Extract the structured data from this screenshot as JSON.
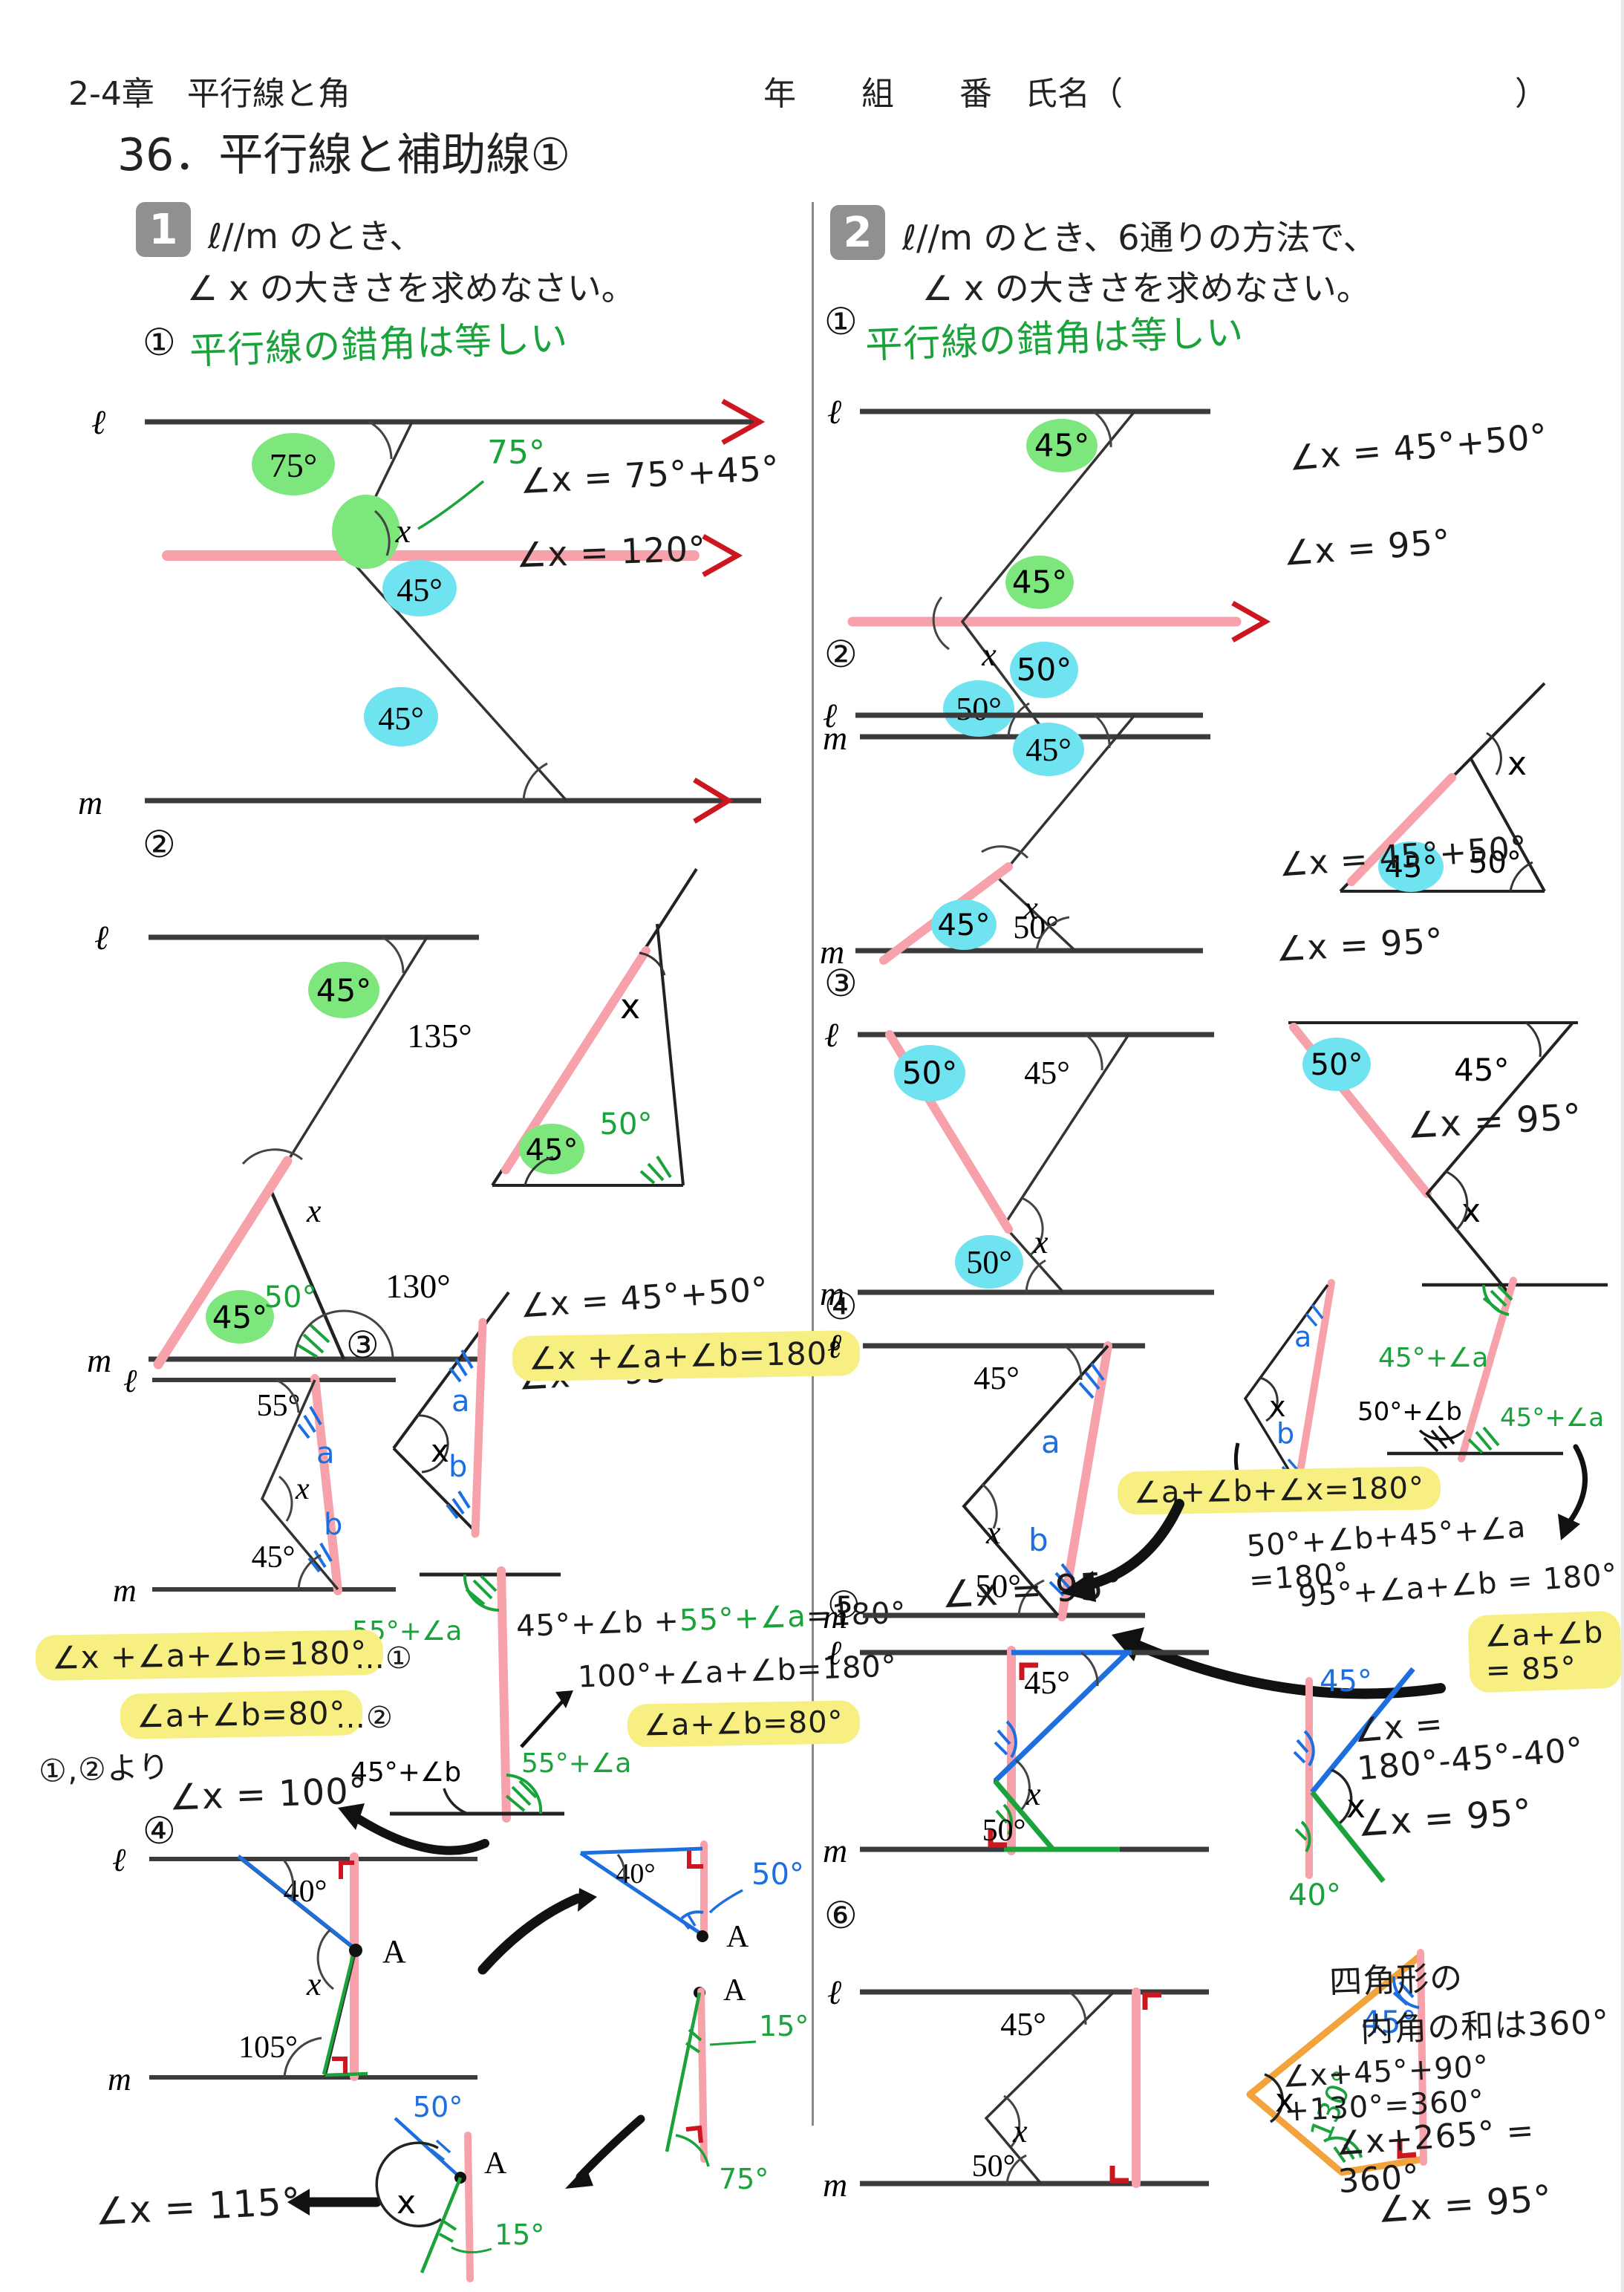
{
  "colors": {
    "pink": "#f7a2aa",
    "green_hl": "#7de77d",
    "cyan_hl": "#6fe3ef",
    "yellow_hl": "#f8ef82",
    "green_pen": "#1aa23b",
    "blue_pen": "#1d6fe0",
    "red_pen": "#cc1620",
    "orange_pen": "#f2a33c",
    "line": "#3b3b3b",
    "badge_gray": "#8f9092"
  },
  "header": {
    "course": "2-4章　平行線と角",
    "name": "年　　組　　番　氏名（　　　　　　　　　　　　）",
    "title": "36．平行線と補助線①"
  },
  "p1": {
    "badge": "1",
    "inst1": "ℓ//m のとき、",
    "inst2": "∠ x の大きさを求めなさい。",
    "s1": {
      "num": "①",
      "note": "平行線の錯角は等しい",
      "l": "ℓ",
      "m": "m",
      "a75": "75°",
      "a75hw": "75°",
      "x": "x",
      "a45mid": "45°",
      "a45bot": "45°",
      "ans1": "∠x = 75°+45°",
      "ans2": "∠x = 120°"
    },
    "s2": {
      "num": "②",
      "l": "ℓ",
      "m": "m",
      "a45top": "45°",
      "a135": "135°",
      "x": "x",
      "a45bot": "45°",
      "a50": "50°",
      "a130": "130°",
      "sk_x": "x",
      "sk_a45": "45°",
      "sk_a50": "50°",
      "ans1": "∠x = 45°+50°",
      "ans2": "∠x = 95°"
    },
    "s3": {
      "num": "③",
      "l": "ℓ",
      "m": "m",
      "a55": "55°",
      "a": "a",
      "x": "x",
      "b": "b",
      "a45": "45°",
      "sk_x": "x",
      "sk_a": "a",
      "sk_b": "b",
      "eq_top": "∠x +∠a+∠b=180°",
      "aux_top": "55°+∠a",
      "aux_bot_l": "45°+∠b",
      "aux_bot_r": "55°+∠a",
      "eq1a": "45°+∠b +",
      "eq1b": "55°+∠a",
      "eq1c": "=180°",
      "eq2": "100°+∠a+∠b=180°",
      "eq3": "∠a+∠b=80°",
      "pill1": "∠x +∠a+∠b=180°",
      "tag1": "…①",
      "pill2": "∠a+∠b=80°",
      "tag2": "…②",
      "from": "①,②より",
      "ans": "∠x = 100°"
    },
    "s4": {
      "num": "④",
      "l": "ℓ",
      "m": "m",
      "a40": "40°",
      "A": "A",
      "x": "x",
      "a105": "105°",
      "skA_40": "40°",
      "skA_50": "50°",
      "skA_A": "A",
      "skB_A": "A",
      "skB_15": "15°",
      "skB_75": "75°",
      "skC_50": "50°",
      "skC_x": "x",
      "skC_A": "A",
      "skC_15": "15°",
      "ans": "∠x = 115°"
    }
  },
  "p2": {
    "badge": "2",
    "inst1": "ℓ//m のとき、6通りの方法で、",
    "inst2": "∠ x の大きさを求めなさい。",
    "s1": {
      "num": "①",
      "note": "平行線の錯角は等しい",
      "l": "ℓ",
      "m": "m",
      "a45top": "45°",
      "a45mid": "45°",
      "x": "x",
      "a50mid": "50°",
      "a50bot": "50°",
      "ans1": "∠x = 45°+50°",
      "ans2": "∠x = 95°"
    },
    "s2": {
      "num": "②",
      "l": "ℓ",
      "m": "m",
      "a45top": "45°",
      "x": "x",
      "a45bot": "45°",
      "a50": "50°",
      "sk_x": "x",
      "sk_45": "45°",
      "sk_50": "50°",
      "ans1": "∠x = 45°+50°",
      "ans2": "∠x = 95°"
    },
    "s3": {
      "num": "③",
      "l": "ℓ",
      "m": "m",
      "a50top": "50°",
      "a45": "45°",
      "x": "x",
      "a50bot": "50°",
      "sk_50": "50°",
      "sk_45": "45°",
      "sk_x": "x",
      "ans": "∠x = 95°"
    },
    "s4": {
      "num": "④",
      "l": "ℓ",
      "m": "m",
      "a45": "45°",
      "a": "a",
      "x": "x",
      "b": "b",
      "a50": "50°",
      "sk1_x": "x",
      "sk1_a": "a",
      "sk1_b": "b",
      "sk2_t": "45°+∠a",
      "sk2_bl": "50°+∠b",
      "sk2_br": "45°+∠a",
      "pill1": "∠a+∠b+∠x=180°",
      "eq1": "50°+∠b+45°+∠a =180°",
      "eq2": "95°+∠a+∠b = 180°",
      "pill2": "∠a+∠b = 85°",
      "ans": "∠x = 95°"
    },
    "s5": {
      "num": "⑤",
      "l": "ℓ",
      "m": "m",
      "a45": "45°",
      "x": "x",
      "a50": "50°",
      "sk_45": "45°",
      "sk_x": "x",
      "sk_40": "40°",
      "eq1": "∠x = 180°-45°-40°",
      "ans": "∠x = 95°"
    },
    "s6": {
      "num": "⑥",
      "l": "ℓ",
      "m": "m",
      "a45": "45°",
      "x": "x",
      "a50": "50°",
      "sk_45": "45°",
      "sk_x": "x",
      "sk_130": "130°",
      "note1": "四角形の",
      "note2": "内角の和は360°",
      "eq1": "∠x+45°+90°+130°=360°",
      "eq2": "∠x+265° = 360°",
      "ans": "∠x = 95°"
    }
  }
}
